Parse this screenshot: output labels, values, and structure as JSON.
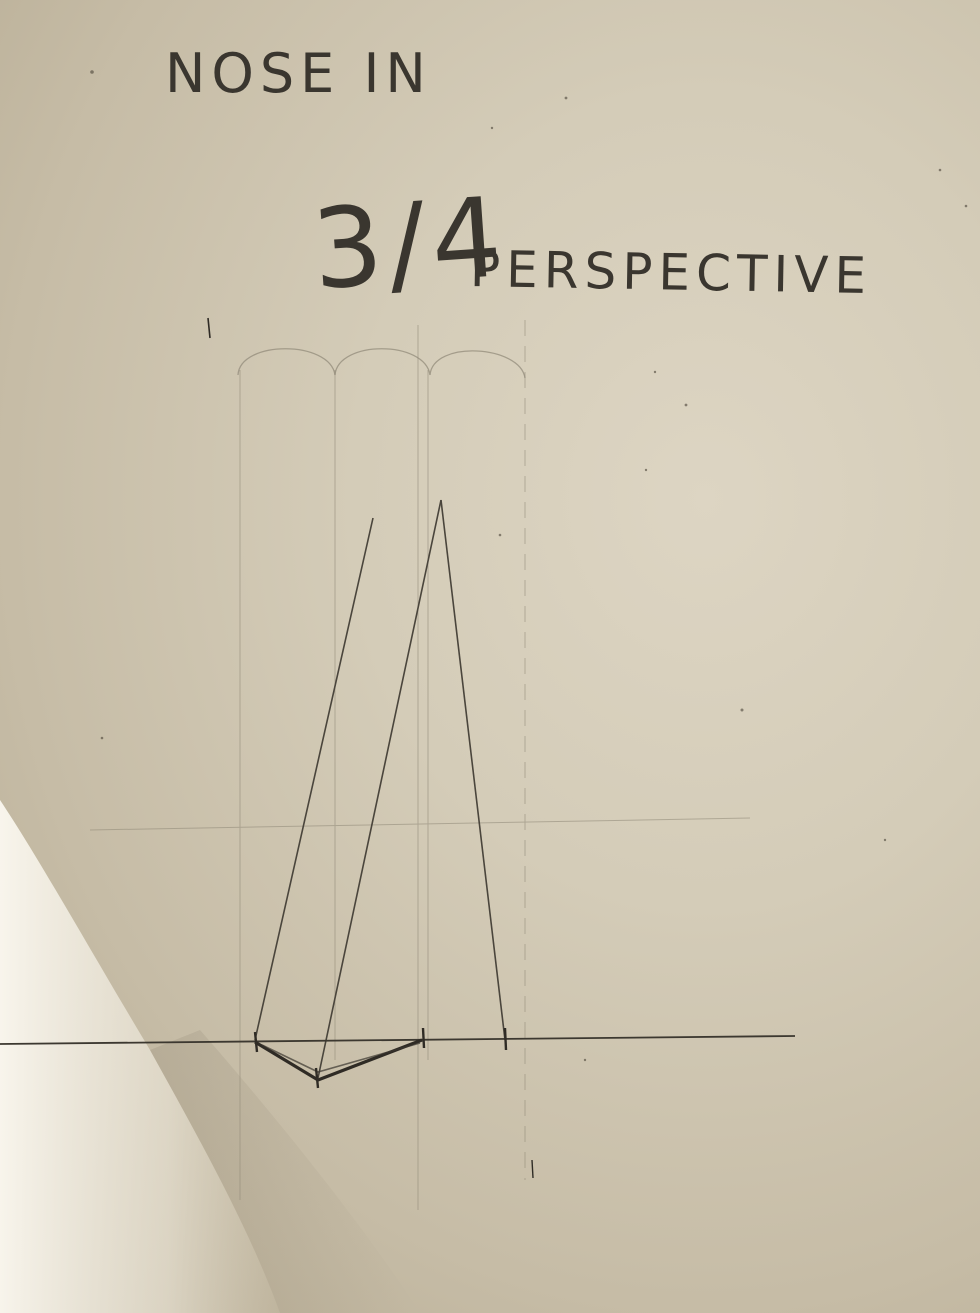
{
  "photo": {
    "subject": "pencil sketch on paper",
    "paper_color": "#d8d0bd",
    "pencil_color": "#3a362f",
    "caption_line1": "NOSE IN",
    "caption_fraction": "3/4",
    "caption_line2": "PERSPECTIVE"
  }
}
